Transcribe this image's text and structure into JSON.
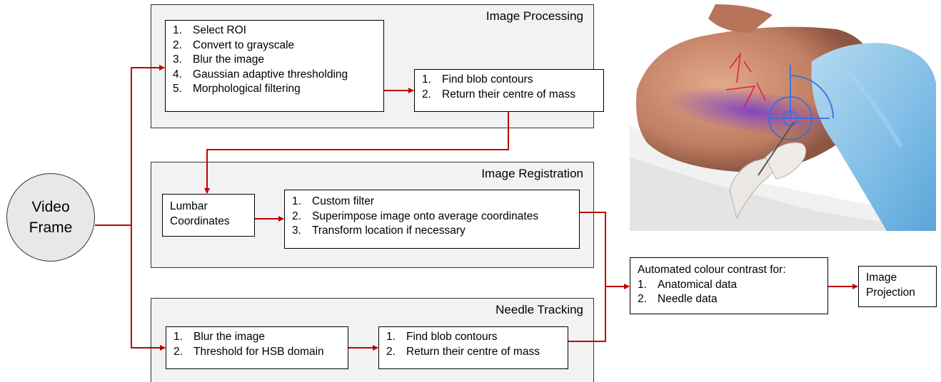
{
  "video_frame": {
    "line1": "Video",
    "line2": "Frame"
  },
  "image_processing": {
    "title": "Image Processing",
    "steps_box": {
      "items": [
        {
          "num": "1.",
          "text": "Select ROI"
        },
        {
          "num": "2.",
          "text": "Convert to grayscale"
        },
        {
          "num": "3.",
          "text": "Blur the image"
        },
        {
          "num": "4.",
          "text": "Gaussian adaptive thresholding"
        },
        {
          "num": "5.",
          "text": "Morphological filtering"
        }
      ]
    },
    "blob_box": {
      "items": [
        {
          "num": "1.",
          "text": "Find blob contours"
        },
        {
          "num": "2.",
          "text": "Return their centre of mass"
        }
      ]
    }
  },
  "image_registration": {
    "title": "Image Registration",
    "lumbar_box": {
      "line1": "Lumbar",
      "line2": "Coordinates"
    },
    "filter_box": {
      "items": [
        {
          "num": "1.",
          "text": "Custom filter"
        },
        {
          "num": "2.",
          "text": "Superimpose image onto average coordinates"
        },
        {
          "num": "3.",
          "text": "Transform location if necessary"
        }
      ]
    }
  },
  "needle_tracking": {
    "title": "Needle Tracking",
    "blur_box": {
      "items": [
        {
          "num": "1.",
          "text": "Blur the image"
        },
        {
          "num": "2.",
          "text": "Threshold for HSB domain"
        }
      ]
    },
    "blob_box": {
      "items": [
        {
          "num": "1.",
          "text": "Find blob contours"
        },
        {
          "num": "2.",
          "text": "Return their centre of mass"
        }
      ]
    }
  },
  "contrast_box": {
    "heading": "Automated colour contrast for:",
    "items": [
      {
        "num": "1.",
        "text": "Anatomical data"
      },
      {
        "num": "2.",
        "text": "Needle data"
      }
    ]
  },
  "projection_box": {
    "line1": "Image",
    "line2": "Projection"
  },
  "colors": {
    "arrow": "#c00000",
    "panel": "#f2f2f2",
    "circle": "#e8e8e8"
  }
}
